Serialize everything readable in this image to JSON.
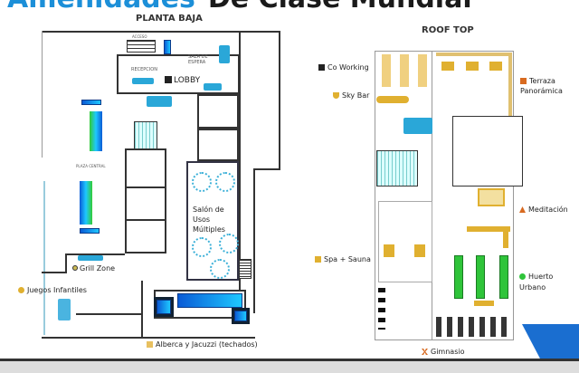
{
  "title": {
    "part1": "Amenidades",
    "part2": "De Clase Mundial"
  },
  "ground": {
    "heading": "PLANTA BAJA",
    "rooms": {
      "acceso": "ACCESO",
      "sala": "SALA DE ESPERA",
      "recepcion": "RECEPCION",
      "plaza": "PLAZA CENTRAL"
    },
    "labels": {
      "lobby": "LOBBY",
      "salon": "Salón de Usos Múltiples",
      "grill": "Grill Zone",
      "juegos": "Juegos Infantiles",
      "alberca": "Alberca y Jacuzzi (techados)"
    }
  },
  "roof": {
    "heading": "ROOF TOP",
    "labels": {
      "cowork": "Co Working",
      "skybar": "Sky Bar",
      "terraza": "Terraza Panorámica",
      "meditacion": "Meditación",
      "spa": "Spa + Sauna",
      "huerto": "Huerto Urbano",
      "gimnasio": "Gimnasio"
    }
  },
  "colors": {
    "accent": "#1c8fd8",
    "pool": "#1ec8ff",
    "furniture": "#e0b030",
    "garden": "#2fc43a"
  }
}
